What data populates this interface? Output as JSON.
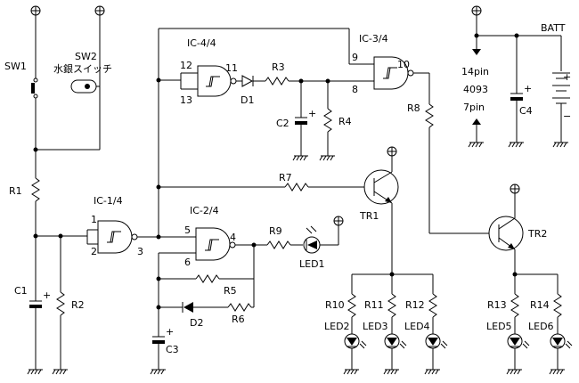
{
  "supply": {
    "batt_label": "BATT",
    "ic_pin_top": "14pin",
    "ic_type": "4093",
    "ic_pin_bottom": "7pin"
  },
  "switches": {
    "sw1": "SW1",
    "sw2": "SW2",
    "sw2_desc": "水銀スイッチ"
  },
  "gates": [
    {
      "name": "IC-1/4",
      "in_a": "1",
      "in_b": "2",
      "out": "3"
    },
    {
      "name": "IC-2/4",
      "in_a": "5",
      "in_b": "6",
      "out": "4"
    },
    {
      "name": "IC-3/4",
      "in_a": "9",
      "in_b": "8",
      "out": "10"
    },
    {
      "name": "IC-4/4",
      "in_a": "12",
      "in_b": "13",
      "out": "11"
    }
  ],
  "components": {
    "R1": "R1",
    "R2": "R2",
    "R3": "R3",
    "R4": "R4",
    "R5": "R5",
    "R6": "R6",
    "R7": "R7",
    "R8": "R8",
    "R9": "R9",
    "R10": "R10",
    "R11": "R11",
    "R12": "R12",
    "R13": "R13",
    "R14": "R14",
    "C1": "C1",
    "C2": "C2",
    "C3": "C3",
    "C4": "C4",
    "D1": "D1",
    "D2": "D2",
    "TR1": "TR1",
    "TR2": "TR2",
    "LED1": "LED1",
    "LED2": "LED2",
    "LED3": "LED3",
    "LED4": "LED4",
    "LED5": "LED5",
    "LED6": "LED6"
  },
  "polarity": {
    "plus": "+",
    "minus": "−"
  }
}
